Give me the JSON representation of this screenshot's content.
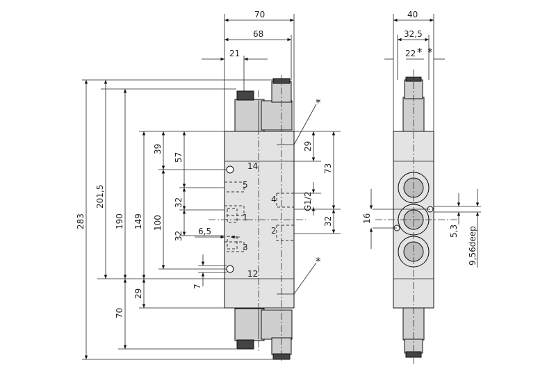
{
  "front_view": {
    "top_dims": {
      "width_70": "70",
      "width_68": "68",
      "width_21": "21"
    },
    "left_dims": {
      "d283": "283",
      "d201_5": "201,5",
      "d190": "190",
      "d149": "149",
      "d100": "100",
      "d57": "57",
      "d39": "39",
      "d32_upper": "32",
      "d32_lower": "32",
      "d6_5": "6,5",
      "d7": "7",
      "d29_lower": "29",
      "d70_lower": "70"
    },
    "right_dims": {
      "d29": "29",
      "d73": "73",
      "d32": "32",
      "thread": "G1/2"
    },
    "port_labels": {
      "p14": "14",
      "p12": "12",
      "p5": "5",
      "p1": "1",
      "p3": "3",
      "p4": "4",
      "p2": "2"
    },
    "stars": [
      "*",
      "*"
    ]
  },
  "side_view": {
    "top_dims": {
      "d40": "40",
      "d32_5": "32,5",
      "d22": "22"
    },
    "stars": [
      "*",
      "*"
    ],
    "dims": {
      "d16": "16",
      "d5_3": "5,3",
      "depth": "9,56deep"
    }
  }
}
